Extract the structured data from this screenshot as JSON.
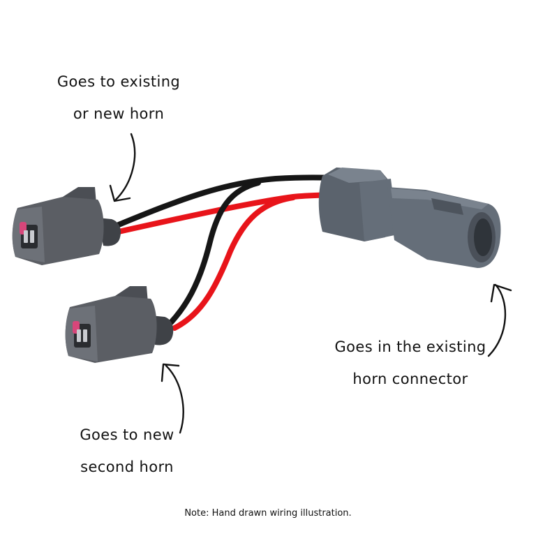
{
  "labels": {
    "top": {
      "line1": "Goes to existing",
      "line2": "or new horn"
    },
    "right": {
      "line1": "Goes in the existing",
      "line2": "horn connector"
    },
    "bottom": {
      "line1": "Goes to new",
      "line2": "second horn"
    }
  },
  "note": "Note: Hand drawn wiring illustration.",
  "colors": {
    "housing": "#5b5e64",
    "housing_dark": "#3f4247",
    "housing_light": "#6d7178",
    "male_connector": "#656e79",
    "male_connector_light": "#7a838e",
    "wire_black": "#161616",
    "wire_red": "#e8141a",
    "pin_seal": "#d8467a",
    "arrow": "#111111"
  }
}
